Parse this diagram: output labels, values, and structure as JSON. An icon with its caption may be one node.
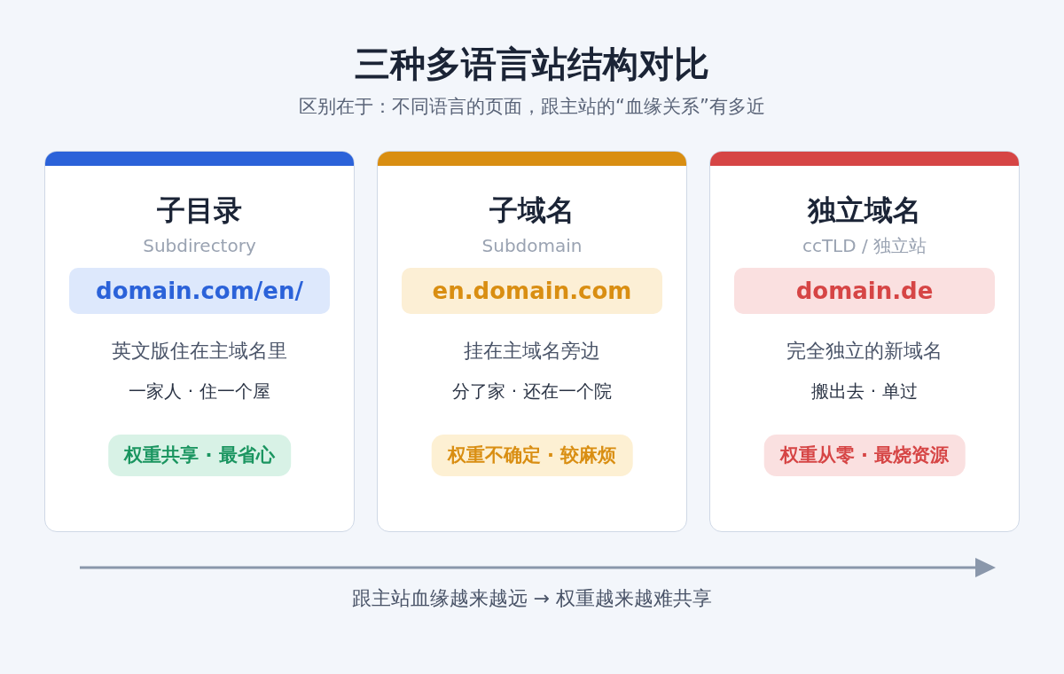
{
  "diagram": {
    "title": "三种多语言站结构对比",
    "nodes": [
      {
        "text": [
          "子目录",
          "Subdirectory",
          "英文版住在主域名里",
          "一家人 · 住一个屋"
        ]
      },
      {
        "text": [
          "domain.com/en/"
        ],
        "in": 0
      },
      {
        "text": [
          "权重共享 · 最省心"
        ],
        "in": 0
      },
      {
        "text": [
          "子域名",
          "Subdomain",
          "挂在主域名旁边",
          "分了家 · 还在一个院"
        ]
      },
      {
        "text": [
          "en.domain.com"
        ],
        "in": 3
      },
      {
        "text": [
          "权重不确定 · 较麻烦"
        ],
        "in": 3
      },
      {
        "text": [
          "独立域名",
          "ccTLD / 独立站",
          "完全独立的新域名",
          "搬出去 · 单过"
        ]
      },
      {
        "text": [
          "domain.de"
        ],
        "in": 6
      },
      {
        "text": [
          "权重从零 · 最烧资源"
        ],
        "in": 6
      }
    ],
    "labels": [
      "区别在于：不同语言的页面，跟主站的“血缘关系”有多近",
      "跟主站血缘越来越远 → 权重越来越难共享"
    ]
  }
}
